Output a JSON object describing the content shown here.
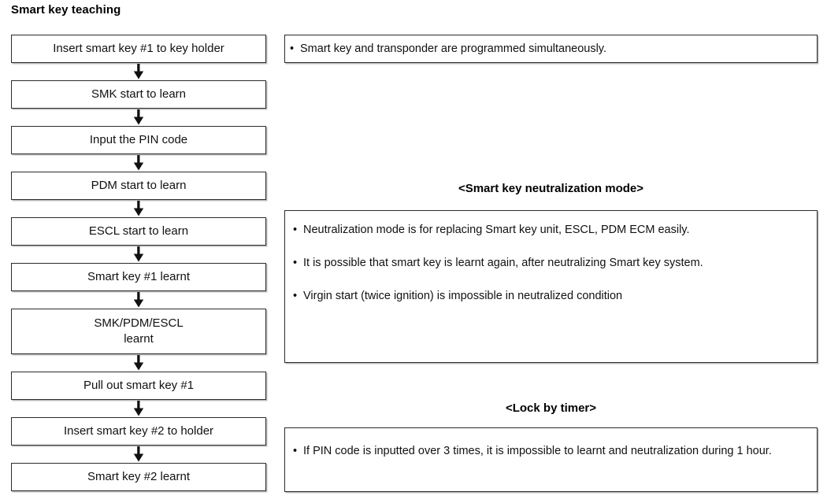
{
  "title": "Smart key teaching",
  "colors": {
    "border": "#2b2b2b",
    "shadow": "#bdbdbd",
    "text": "#111111",
    "background": "#ffffff"
  },
  "flow": {
    "name": "smart-key-teaching-flow",
    "arrow_icon": "arrow-down-icon",
    "steps": [
      {
        "label": "Insert smart key #1 to key holder",
        "lines": 1
      },
      {
        "label": "SMK start to learn",
        "lines": 1
      },
      {
        "label": "Input the PIN code",
        "lines": 1
      },
      {
        "label": "PDM start to learn",
        "lines": 1
      },
      {
        "label": "ESCL start to learn",
        "lines": 1
      },
      {
        "label": "Smart key #1 learnt",
        "lines": 1
      },
      {
        "label": "SMK/PDM/ESCL\nlearnt",
        "lines": 2
      },
      {
        "label": "Pull out smart key #1",
        "lines": 1
      },
      {
        "label": "Insert smart key #2 to holder",
        "lines": 1
      },
      {
        "label": "Smart key #2 learnt",
        "lines": 1
      }
    ]
  },
  "notes": {
    "simultaneous": {
      "bullets": [
        "Smart key and transponder are programmed simultaneously."
      ]
    },
    "neutralization": {
      "heading": "<Smart key neutralization mode>",
      "bullets": [
        "Neutralization mode is for replacing Smart key unit, ESCL, PDM ECM easily.",
        "It is possible that smart key is learnt again, after neutralizing Smart key system.",
        "Virgin start (twice ignition) is impossible in neutralized condition"
      ]
    },
    "lock_by_timer": {
      "heading": "<Lock by timer>",
      "bullets": [
        "If PIN code is inputted over 3 times, it is impossible to learnt and neutralization during 1 hour."
      ]
    }
  },
  "bullet_glyph": "•"
}
